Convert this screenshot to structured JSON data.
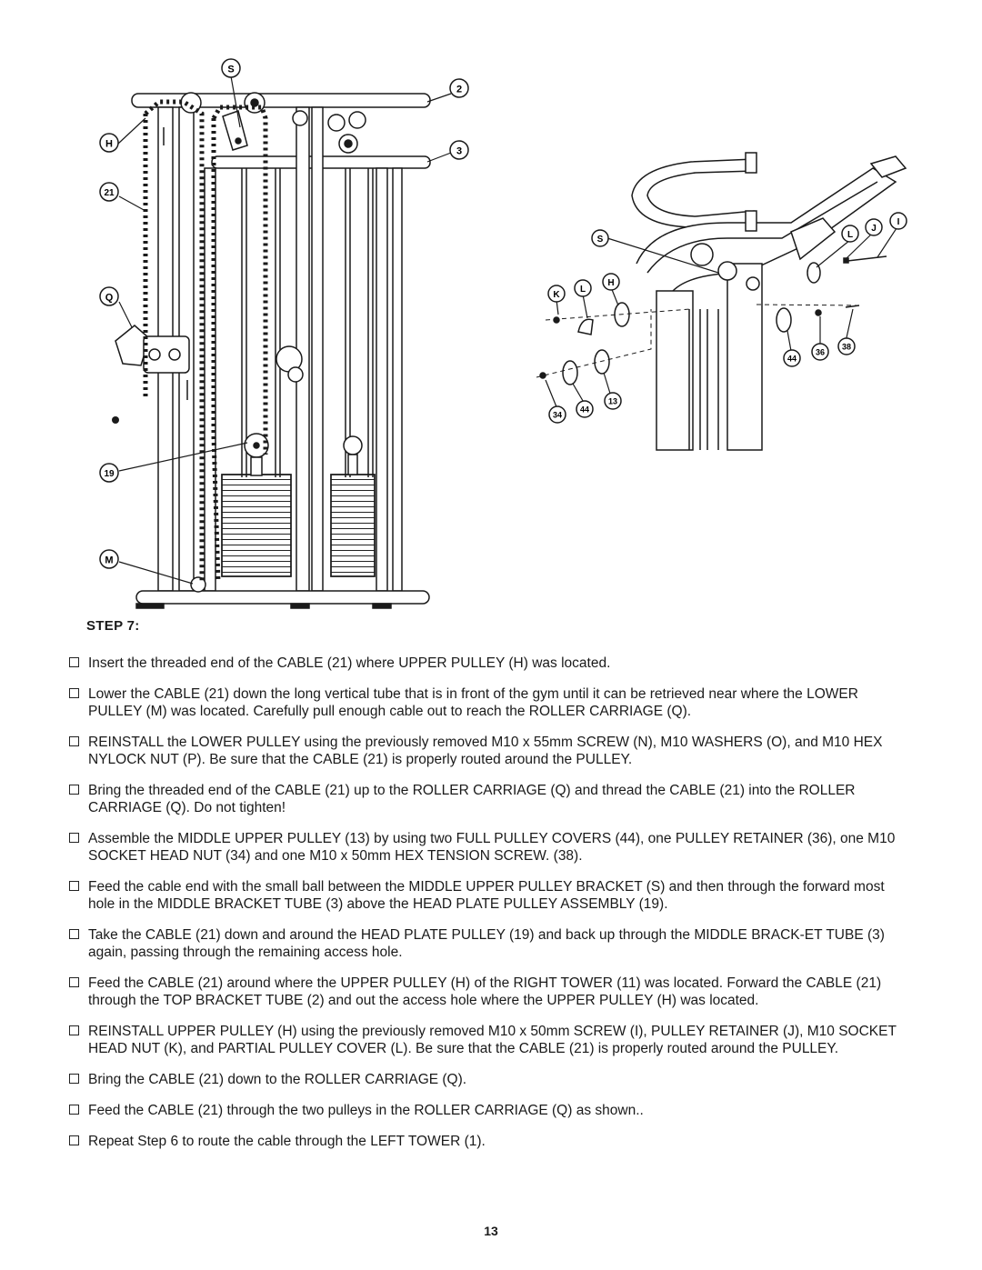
{
  "callouts": {
    "S": "S",
    "two": "2",
    "H": "H",
    "three": "3",
    "twentyone": "21",
    "Q": "Q",
    "nineteen": "19",
    "M": "M",
    "S2": "S",
    "L": "L",
    "J": "J",
    "I": "I",
    "K": "K",
    "L2": "L",
    "H2": "H",
    "fortyfour": "44",
    "thirtysix": "36",
    "thirtyeight": "38",
    "thirtyfour": "34",
    "fortyfour2": "44",
    "thirteen": "13"
  },
  "step": {
    "heading": "STEP 7:"
  },
  "instructions": [
    "Insert the threaded end of the CABLE (21) where UPPER PULLEY (H) was located.",
    "Lower the CABLE (21) down the long vertical tube that is in front of the gym until it can be retrieved near where the LOWER PULLEY (M) was located. Carefully pull enough cable out to reach the ROLLER CARRIAGE (Q).",
    "REINSTALL the LOWER PULLEY using the previously removed M10 x 55mm SCREW (N), M10 WASHERS (O), and M10 HEX NYLOCK NUT (P). Be sure that the CABLE (21) is properly routed around the PULLEY.",
    "Bring the threaded end of the CABLE (21) up to the ROLLER CARRIAGE (Q) and thread the CABLE (21) into the ROLLER CARRIAGE (Q). Do not tighten!",
    "Assemble the MIDDLE UPPER PULLEY (13) by using two FULL PULLEY COVERS (44), one PULLEY RETAINER (36), one M10 SOCKET HEAD NUT (34) and one M10 x 50mm HEX TENSION SCREW. (38).",
    "Feed the cable end with the small ball between the MIDDLE UPPER PULLEY BRACKET (S) and then through the forward most hole in the MIDDLE BRACKET TUBE (3) above the HEAD PLATE PULLEY ASSEMBLY (19).",
    "Take the CABLE (21) down and around the HEAD PLATE PULLEY (19) and back up through the MIDDLE BRACK-ET TUBE (3) again, passing through the remaining access hole.",
    "Feed the CABLE (21) around where the UPPER PULLEY (H) of the RIGHT TOWER (11) was located. Forward the CABLE (21) through the TOP BRACKET TUBE (2) and out the access hole where the UPPER PULLEY (H) was located.",
    "REINSTALL UPPER PULLEY (H)  using the previously removed M10 x 50mm SCREW (I), PULLEY RETAINER (J), M10 SOCKET HEAD NUT (K), and PARTIAL PULLEY COVER (L). Be sure that the CABLE (21) is properly routed around the PULLEY.",
    "Bring the CABLE (21) down to the ROLLER CARRIAGE (Q).",
    "Feed the CABLE (21) through the two pulleys in the ROLLER CARRIAGE (Q) as shown..",
    "Repeat Step 6 to route the cable through the LEFT TOWER (1)."
  ],
  "page": {
    "number": "13"
  }
}
